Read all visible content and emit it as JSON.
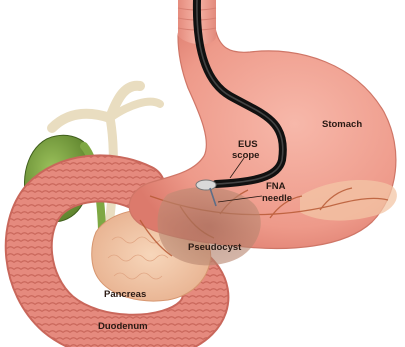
{
  "labels": {
    "stomach": "Stomach",
    "eus_line1": "EUS",
    "eus_line2": "scope",
    "fna_line1": "FNA",
    "fna_line2": "needle",
    "pseudocyst": "Pseudocyst",
    "pancreas": "Pancreas",
    "duodenum": "Duodenum"
  },
  "colors": {
    "stomach": "#f0a092",
    "duodenum": "#e58a7e",
    "gallbladder": "#6f9a3a",
    "pancreas": "#f2c7a6",
    "pseudocyst": "#b07e6a",
    "scope": "#1b1b1b",
    "vessels": "#b85a35"
  }
}
